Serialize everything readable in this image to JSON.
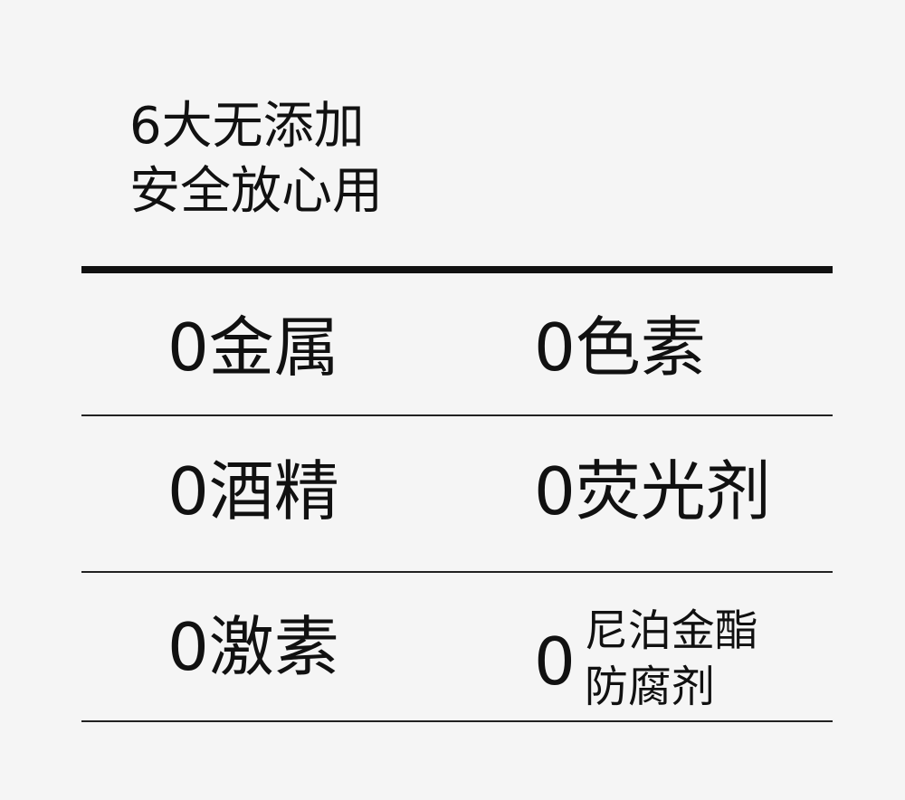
{
  "header": {
    "title_line1": "6大无添加",
    "title_line2": "安全放心用"
  },
  "grid": {
    "rows": [
      {
        "left": "0金属",
        "right": "0色素"
      },
      {
        "left": "0酒精",
        "right": "0荧光剂"
      },
      {
        "left": "0激素",
        "right_zero": "0",
        "right_line1": "尼泊金酯",
        "right_line2": "防腐剂"
      }
    ]
  },
  "colors": {
    "background": "#f5f5f5",
    "text": "#111111"
  }
}
